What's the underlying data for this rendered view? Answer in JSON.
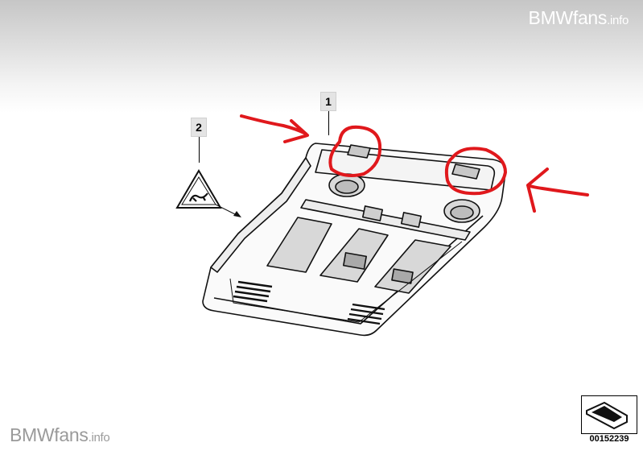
{
  "watermark": {
    "brand": "BMWfans",
    "suffix": ".info"
  },
  "callouts": [
    {
      "label": "1"
    },
    {
      "label": "2"
    }
  ],
  "diagram_number": "00152239",
  "annotation_color": "#e0181c"
}
